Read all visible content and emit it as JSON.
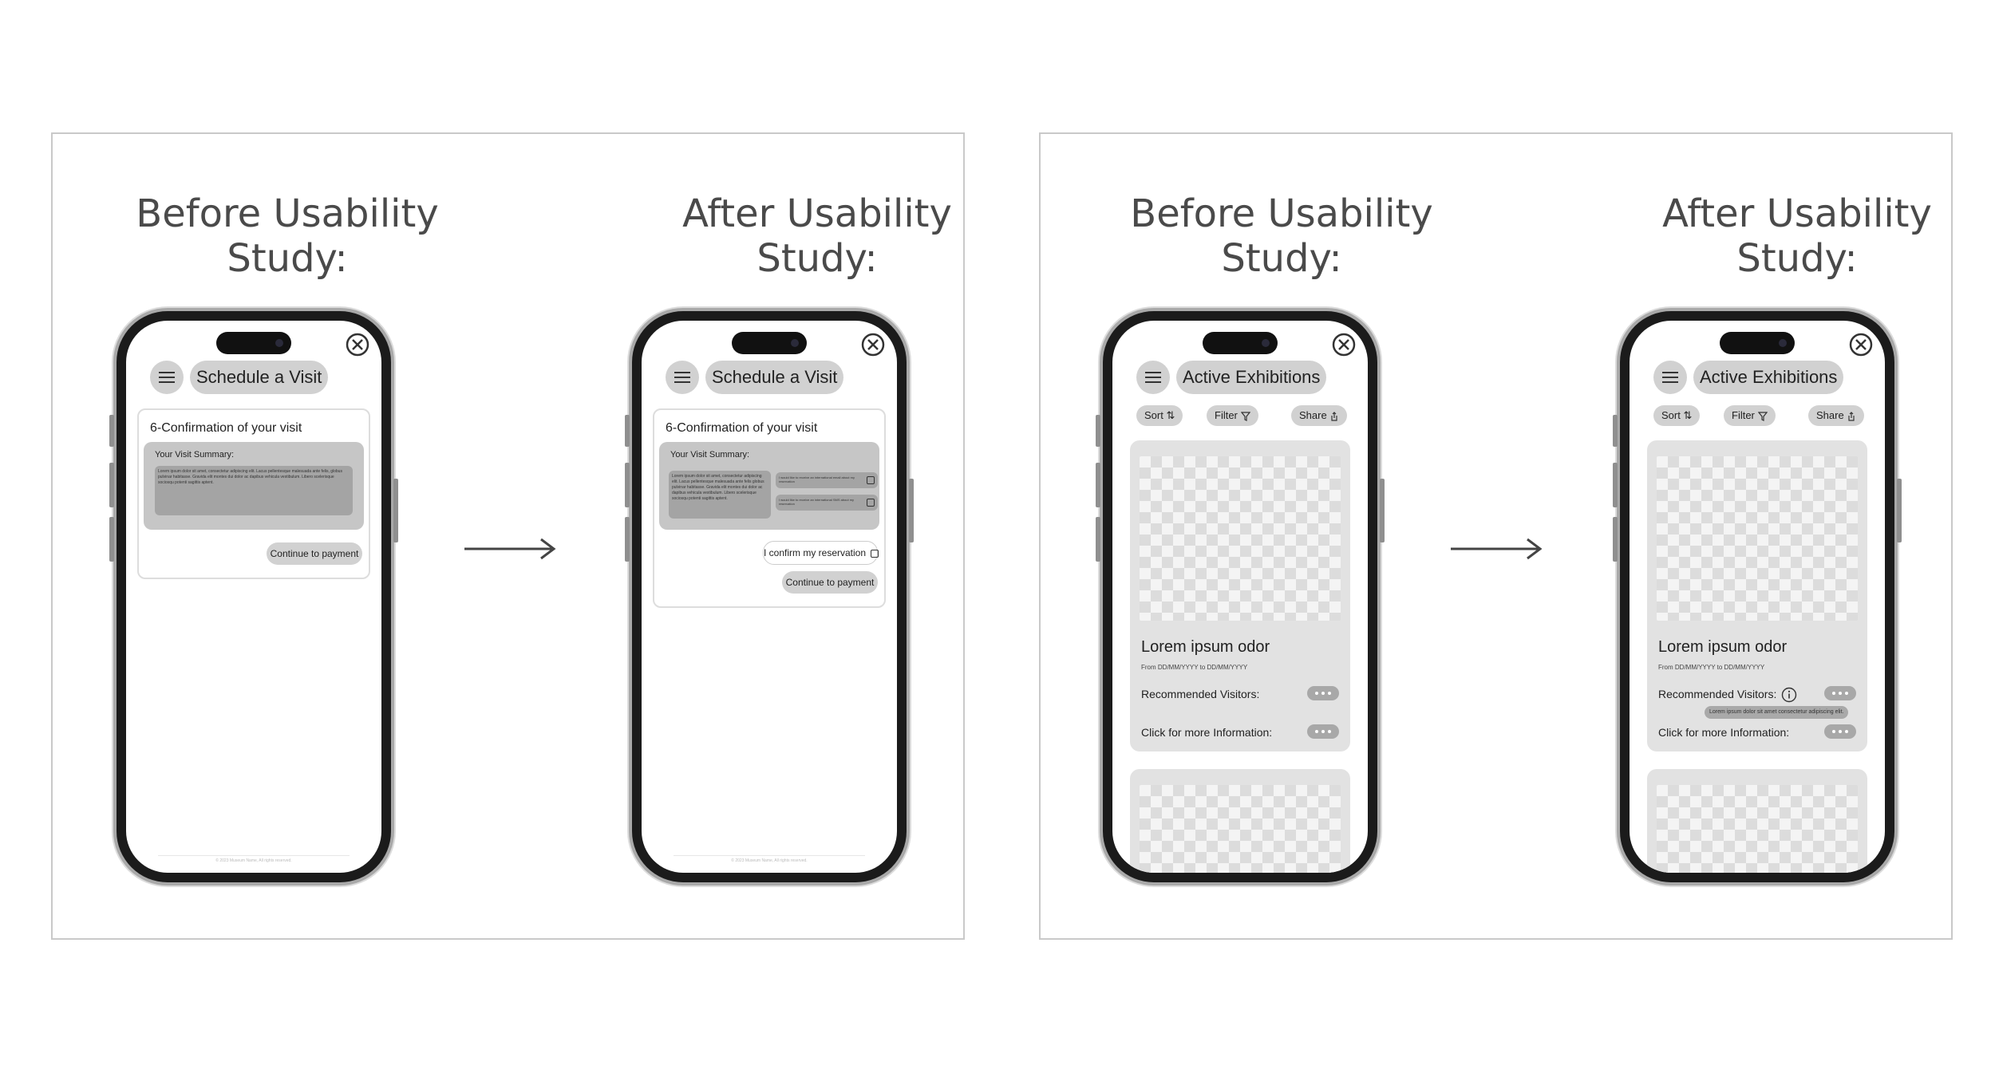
{
  "headings": {
    "before": "Before Usability Study:",
    "after": "After Usability Study:"
  },
  "schedule": {
    "title": "Schedule a Visit",
    "step_title": "6-Confirmation of your visit",
    "summary_label": "Your Visit Summary:",
    "lorem_summary": "Lorem ipsum dolor sit amet, consectetur adipiscing elit. Lacus pellentesque malesuada ante felis, globus pulvinar habitasse. Gravida elit montes dui dolor ac dapibus vehicula vestibulum. Libero scelerisque sociosqu potenti sagittis aptent.",
    "lorem_summary_short": "Lorem ipsum dolor sit amet, consectetur adipiscing elit. Lacus pellentesque malesuada ante felis globus pulvinar habitasse. Gravida elit montes dui dolor ac dapibus vehicula vestibulum. Libero scelerisque sociosqu potenti sagittis aptent.",
    "option_1": "I would like to receive an international email about my reservation",
    "option_2": "I would like to receive an international SMS about my reservation",
    "confirm_label": "I confirm my reservation",
    "continue_label": "Continue to payment",
    "footer": "© 2023 Museum Name, All rights reserved."
  },
  "exhibitions": {
    "title": "Active Exhibitions",
    "sort_label": "Sort",
    "filter_label": "Filter",
    "share_label": "Share",
    "card_title": "Lorem ipsum odor",
    "dates": "From DD/MM/YYYY to DD/MM/YYYY",
    "recommended_label": "Recommended Visitors:",
    "info_label": "Click for more Information:",
    "tooltip": "Lorem ipsum dolor sit amet consectetur adipiscing elit."
  }
}
